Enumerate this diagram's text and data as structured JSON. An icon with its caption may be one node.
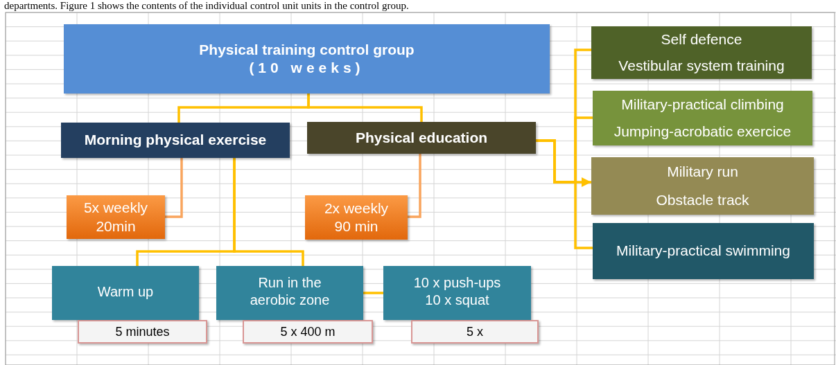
{
  "diagram": {
    "nodes": [
      {
        "text": [
          "Physical training control group",
          "(10 weeks)"
        ]
      },
      {
        "text": [
          "Morning physical exercise"
        ]
      },
      {
        "text": [
          "Physical education"
        ]
      },
      {
        "text": [
          "5x weekly 20min"
        ]
      },
      {
        "text": [
          "2x weekly 90 min"
        ]
      },
      {
        "text": [
          "Warm up"
        ],
        "beside": [
          "5 minutes"
        ]
      },
      {
        "text": [
          "Run in the aerobic zone"
        ],
        "beside": [
          "5 x 400 m"
        ]
      },
      {
        "text": [
          "10 x  push-ups 10 x squat"
        ],
        "beside": [
          "5 x"
        ]
      },
      {
        "text": [
          "Self defence",
          "Vestibular system training"
        ]
      },
      {
        "text": [
          "Military-practical climbing",
          "Jumping-acrobatic exercice"
        ]
      },
      {
        "text": [
          "Military run",
          "Obstacle track"
        ]
      },
      {
        "text": [
          "Military-practical swimming"
        ]
      }
    ],
    "edges": [
      {
        "from": 0,
        "to": 1,
        "arrow": "none"
      },
      {
        "from": 0,
        "to": 2,
        "arrow": "none"
      },
      {
        "from": 1,
        "to": 3,
        "arrow": "none",
        "color": "#f9a55e"
      },
      {
        "from": 2,
        "to": 4,
        "arrow": "none",
        "color": "#f9a55e"
      },
      {
        "from": 1,
        "to": 5,
        "arrow": "none"
      },
      {
        "from": 1,
        "to": 6,
        "arrow": "none"
      },
      {
        "from": 6,
        "to": 7,
        "arrow": "none"
      },
      {
        "from": 2,
        "to": 8,
        "arrow": "none"
      },
      {
        "from": 2,
        "to": 9,
        "arrow": "none"
      },
      {
        "from": 2,
        "to": 10,
        "arrow": "to"
      },
      {
        "from": 2,
        "to": 11,
        "arrow": "none"
      }
    ],
    "labels": [
      "departments. Figure 1 shows the contents of the individual control unit units in the control group."
    ]
  }
}
